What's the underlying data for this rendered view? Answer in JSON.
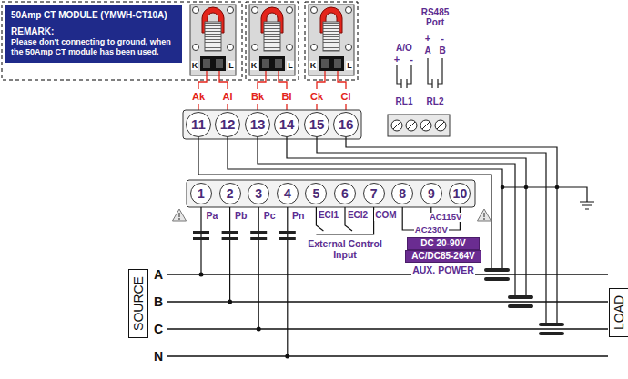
{
  "diagram": {
    "nodes": [
      {
        "text": [
          "50Amp CT MODULE (YMWH-CT10A)",
          "REMARK:",
          "Please don't connecting to ground, when the 50Amp CT module has been used."
        ]
      },
      {
        "text": [
          "11"
        ]
      },
      {
        "text": [
          "12"
        ]
      },
      {
        "text": [
          "13"
        ]
      },
      {
        "text": [
          "14"
        ]
      },
      {
        "text": [
          "15"
        ]
      },
      {
        "text": [
          "16"
        ]
      },
      {
        "text": [
          "1"
        ]
      },
      {
        "text": [
          "2"
        ]
      },
      {
        "text": [
          "3"
        ]
      },
      {
        "text": [
          "4"
        ]
      },
      {
        "text": [
          "5"
        ]
      },
      {
        "text": [
          "6"
        ]
      },
      {
        "text": [
          "7"
        ]
      },
      {
        "text": [
          "8"
        ]
      },
      {
        "text": [
          "9"
        ]
      },
      {
        "text": [
          "10"
        ]
      },
      {
        "text": [
          "DC 20-90V"
        ]
      },
      {
        "text": [
          "AC/DC85-264V"
        ]
      },
      {
        "text": [
          "SOURCE"
        ]
      },
      {
        "text": [
          "LOAD"
        ]
      }
    ],
    "labels": [
      "Ak",
      "Al",
      "Bk",
      "Bl",
      "Ck",
      "Cl",
      "K",
      "L",
      "K",
      "L",
      "K",
      "L",
      "A/O",
      "+",
      "-",
      "RS485 Port",
      "+",
      "-",
      "A",
      "B",
      "RL1",
      "RL2",
      "Pa",
      "Pb",
      "Pc",
      "Pn",
      "ECI1",
      "ECI2",
      "COM",
      "External Control Input",
      "AC115V",
      "AC230V",
      "AUX. POWER",
      "A",
      "B",
      "C",
      "N"
    ]
  }
}
